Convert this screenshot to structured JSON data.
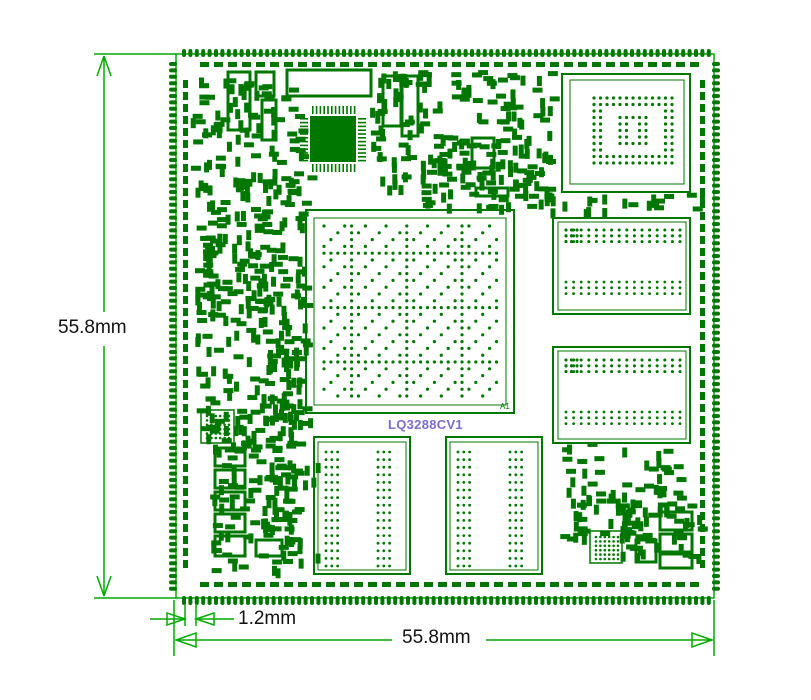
{
  "diagram": {
    "board_label": "LQ3288CV1",
    "height_label": "55.8mm",
    "width_label": "55.8mm",
    "pin_pitch_label": "1.2mm",
    "pin1_marker": "A1"
  },
  "colors": {
    "copper": "#007700",
    "board_outline": "#00aa00",
    "silk_label": "#7a6ec8",
    "dimension_line": "#00aa00",
    "dimension_text": "#111111"
  }
}
